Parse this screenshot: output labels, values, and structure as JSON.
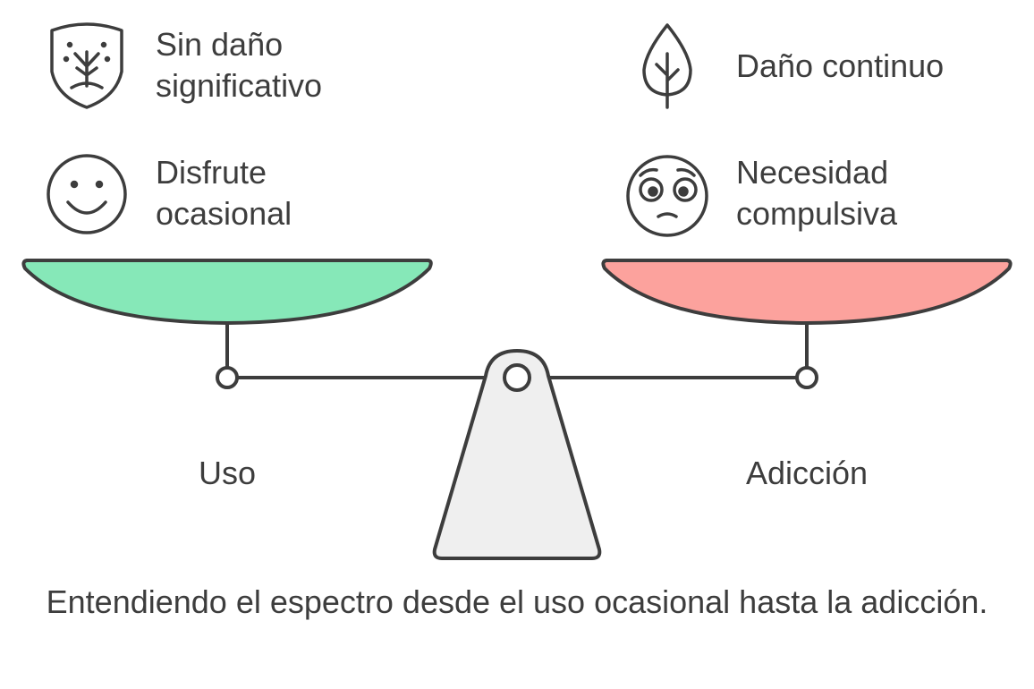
{
  "left": {
    "items": [
      {
        "icon": "shield-tree-icon",
        "line1": "Sin daño",
        "line2": "significativo"
      },
      {
        "icon": "smiling-face-icon",
        "line1": "Disfrute",
        "line2": "ocasional"
      }
    ],
    "label": "Uso",
    "pan_color": "#86e8b8"
  },
  "right": {
    "items": [
      {
        "icon": "leaf-icon",
        "line1": "Daño continuo"
      },
      {
        "icon": "pleading-face-icon",
        "line1": "Necesidad",
        "line2": "compulsiva"
      }
    ],
    "label": "Adicción",
    "pan_color": "#fca29d"
  },
  "caption": "Entendiendo el espectro desde el uso ocasional hasta la adicción.",
  "colors": {
    "stroke": "#3d3d3d",
    "fulcrum": "#efefef",
    "text": "#3d3d3d"
  }
}
